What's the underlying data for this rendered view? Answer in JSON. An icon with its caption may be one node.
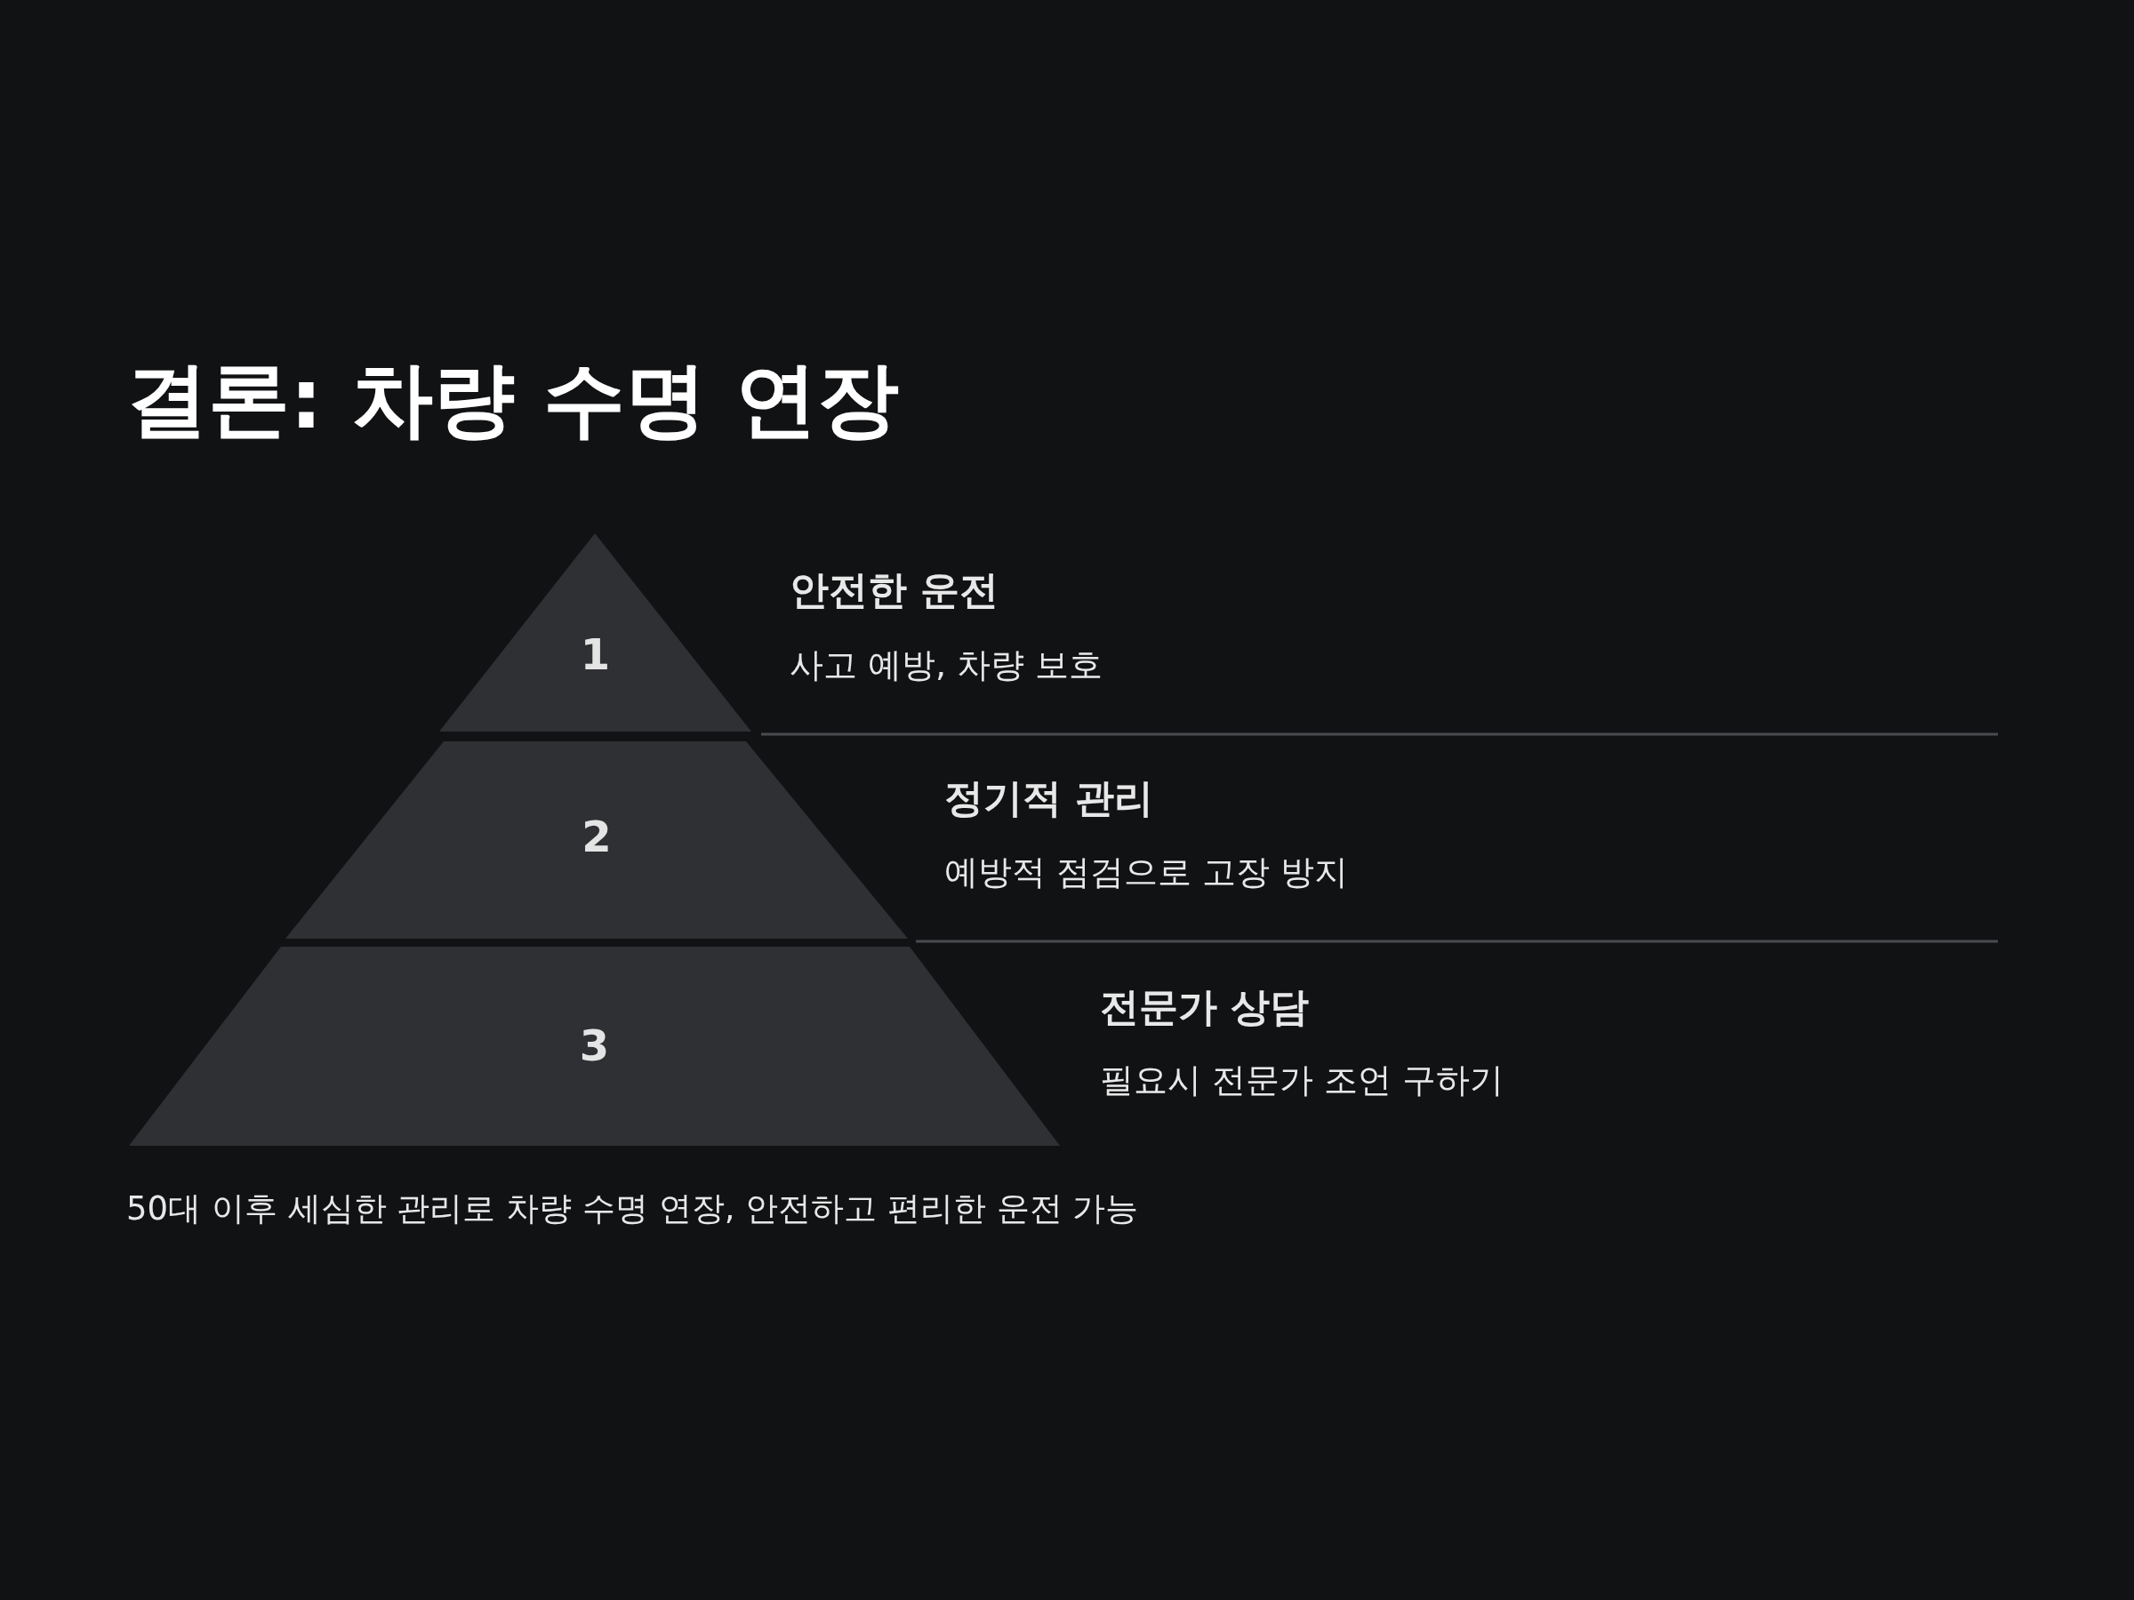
{
  "diagram": {
    "title": "결론: 차량 수명 연장",
    "nodes": [
      {
        "text": [
          "1"
        ],
        "beside": [
          "안전한 운전",
          "사고 예방, 차량 보호"
        ]
      },
      {
        "text": [
          "2"
        ],
        "beside": [
          "정기적 관리",
          "예방적 점검으로 고장 방지"
        ]
      },
      {
        "text": [
          "3"
        ],
        "beside": [
          "전문가 상담",
          "필요시 전문가 조언 구하기"
        ]
      }
    ],
    "caption": "50대 이후 세심한 관리로 차량 수명 연장, 안전하고 편리한 운전 가능"
  }
}
